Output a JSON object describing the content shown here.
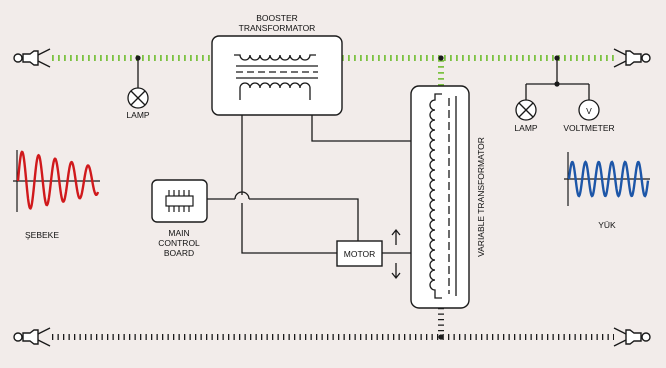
{
  "labels": {
    "booster_line1": "BOOSTER",
    "booster_line2": "TRANSFORMATOR",
    "lamp_left": "LAMP",
    "lamp_right": "LAMP",
    "voltmeter": "VOLTMETER",
    "voltmeter_symbol": "V",
    "variable_transformer": "VARIABLE TRANSFORMATOR",
    "main_control_1": "MAIN",
    "main_control_2": "CONTROL",
    "main_control_3": "BOARD",
    "motor": "MOTOR",
    "source": "ŞEBEKE",
    "load": "YÜK"
  },
  "colors": {
    "background": "#f2ecea",
    "line": "#1a1a1a",
    "green_dots": "#7cc242",
    "source_wave": "#d0191c",
    "load_wave": "#1d56a8"
  }
}
